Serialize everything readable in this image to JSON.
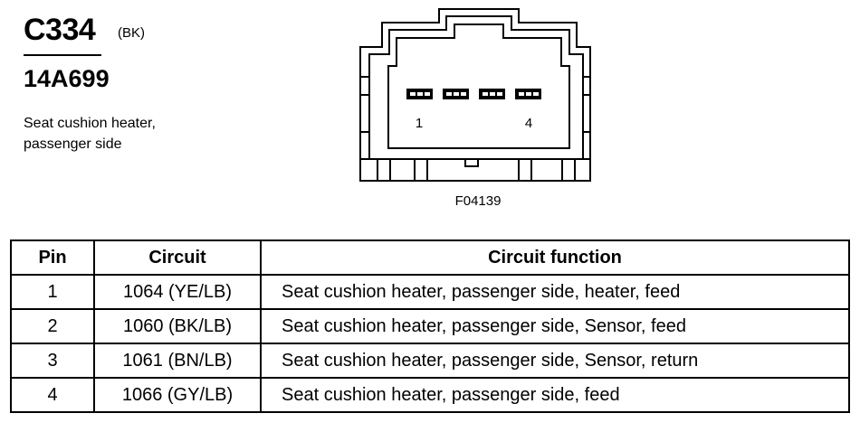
{
  "connector": {
    "id": "C334",
    "color_code": "(BK)",
    "part_number": "14A699",
    "description_line1": "Seat cushion heater,",
    "description_line2": "passenger side"
  },
  "diagram": {
    "figure_id": "F04139",
    "pin_first_label": "1",
    "pin_last_label": "4"
  },
  "table": {
    "headers": {
      "pin": "Pin",
      "circuit": "Circuit",
      "function": "Circuit function"
    },
    "rows": [
      {
        "pin": "1",
        "circuit": "1064 (YE/LB)",
        "function": "Seat cushion heater, passenger side, heater, feed"
      },
      {
        "pin": "2",
        "circuit": "1060 (BK/LB)",
        "function": "Seat cushion heater, passenger side, Sensor, feed"
      },
      {
        "pin": "3",
        "circuit": "1061 (BN/LB)",
        "function": "Seat cushion heater, passenger side, Sensor, return"
      },
      {
        "pin": "4",
        "circuit": "1066 (GY/LB)",
        "function": "Seat cushion heater, passenger side, feed"
      }
    ]
  }
}
